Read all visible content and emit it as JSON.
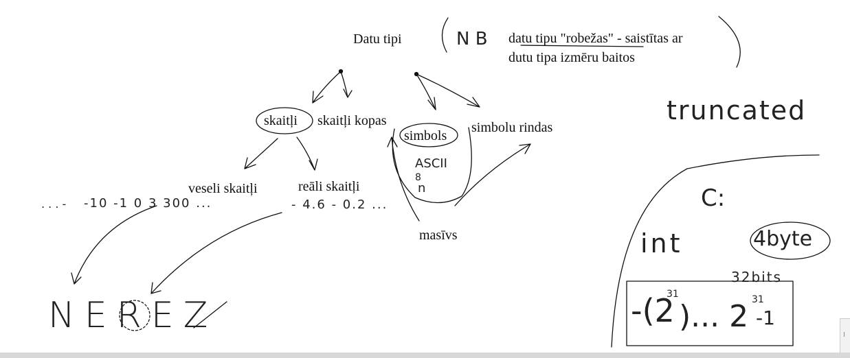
{
  "notes": {
    "root": "Datu tipi",
    "nb_mark": "N B",
    "nb_line1": "datu tipu \"robežas\" - saistītas ar",
    "nb_line2": "dutu tipa izmēru baitos",
    "numbers": "skaitļi",
    "number_sets": "skaitļi kopas",
    "symbol": "simbols",
    "symbol_strings": "simbolu rindas",
    "ascii": "ASCII",
    "ascii_bits": "8",
    "ascii_n": "n",
    "integers": "veseli skaitļi",
    "reals": "reāli skaitļi",
    "int_range": "-10  -1  0  3  300 ...",
    "real_range": "- 4.6 - 0.2 ...",
    "int_range_prefix": ". . . -",
    "array": "masīvs",
    "nerez": "NEREZ",
    "truncated": "truncated",
    "c_label": "C:",
    "int_kw": "int",
    "int_size": "4byte",
    "bits": "32bits",
    "range_low": "-(2",
    "range_exp1": "31",
    "range_mid": ")... 2",
    "range_exp2": "31",
    "range_high": "-1"
  },
  "ui": {
    "corner_glyph": "I"
  }
}
